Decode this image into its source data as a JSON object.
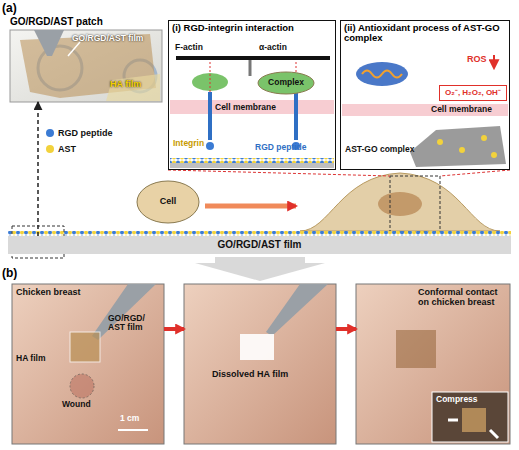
{
  "diagram": {
    "nodes": [
      {
        "text": [
          "GO/RGD/AST patch",
          "GO/RGD/AST film",
          "HA film"
        ]
      },
      {
        "text": [
          "(i) RGD-integrin interaction",
          "F-actin",
          "α-actin",
          "Cell membrane",
          "Integrin",
          "RGD peptide"
        ]
      },
      {
        "text": [
          "Complex"
        ],
        "in": 1
      },
      {
        "text": [
          "(ii) Antioxidant process of AST-GO complex",
          "ROS",
          "Cell membrane",
          "AST-GO complex"
        ]
      },
      {
        "text": [
          "O₂⁻, H₂O₂, OH⁻"
        ],
        "in": 3
      },
      {
        "text": [
          "Cell"
        ]
      },
      {
        "text": [
          "GO/RGD/AST film"
        ]
      },
      {
        "text": [
          "Chicken breast",
          "GO/RGD/ AST film",
          "HA film",
          "Wound",
          "1 cm"
        ]
      },
      {
        "text": [
          "Dissolved HA film"
        ]
      },
      {
        "text": [
          "Conformal contact on chicken breast"
        ]
      },
      {
        "text": [
          "Compress"
        ],
        "in": 9
      }
    ],
    "edges": [
      {
        "from": 6,
        "to": 0,
        "arrow": "to"
      },
      {
        "from": 7,
        "to": 8,
        "arrow": "to"
      },
      {
        "from": 8,
        "to": 9,
        "arrow": "to"
      }
    ],
    "labels": [
      "(a)",
      "(b)"
    ],
    "legend": [
      {
        "text": "RGD peptide",
        "color": "#3b7bd4"
      },
      {
        "text": "AST",
        "color": "#f2d23c"
      }
    ]
  }
}
